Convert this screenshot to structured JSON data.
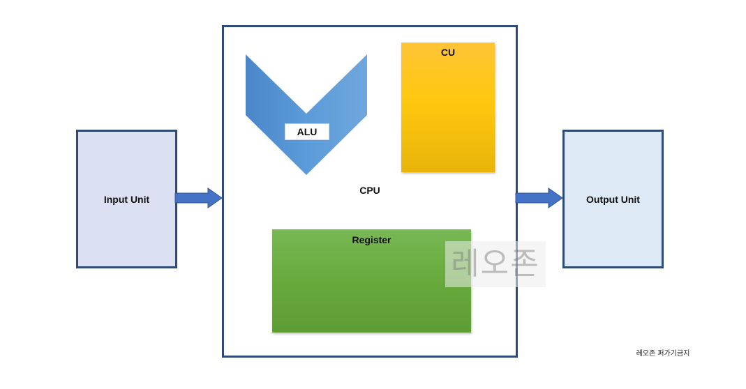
{
  "input_unit": {
    "label": "Input Unit"
  },
  "output_unit": {
    "label": "Output Unit"
  },
  "cpu": {
    "label": "CPU",
    "alu": {
      "label": "ALU"
    },
    "cu": {
      "label": "CU"
    },
    "register": {
      "label": "Register"
    }
  },
  "watermark": {
    "text": "레오존"
  },
  "copyright": {
    "text": "레오존 퍼가기금지"
  },
  "colors": {
    "border": "#2e4a77",
    "input_fill": "#dbe1f3",
    "output_fill": "#dde9f5",
    "arrow": "#4472c4",
    "alu": "#5b9bd5",
    "cu": "#ffc000",
    "register": "#70ad47"
  }
}
